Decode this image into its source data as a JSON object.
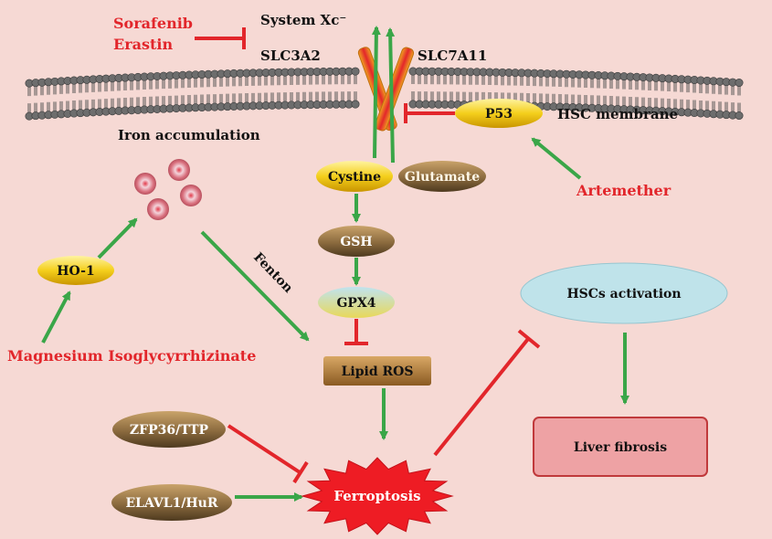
{
  "colors": {
    "background": "#f6d9d4",
    "activation_arrow": "#3aa648",
    "inhibition": "#e2262b",
    "drug_text": "#e2262b",
    "gold_node": "#f1c40f",
    "brown_node": "#8b6a3e",
    "cyan_node": "#bfe3ea",
    "fibrosis_box": "#eea2a4"
  },
  "labels": {
    "drug_sorafenib": "Sorafenib",
    "drug_erastin": "Erastin",
    "system_xc": "System Xc⁻",
    "slc3a2": "SLC3A2",
    "slc7a11": "SLC7A11",
    "hsc_membrane": "HSC membrane",
    "iron_accumulation": "Iron accumulation",
    "fenton": "Fenton",
    "artemether": "Artemether",
    "magnesium": "Magnesium Isoglycyrrhizinate"
  },
  "nodes": {
    "p53": "P53",
    "cystine": "Cystine",
    "glutamate": "Glutamate",
    "gsh": "GSH",
    "gpx4": "GPX4",
    "lipid_ros": "Lipid ROS",
    "ho1": "HO-1",
    "zfp36": "ZFP36/TTP",
    "elavl1": "ELAVL1/HuR",
    "ferroptosis": "Ferroptosis",
    "hsc_activation": "HSCs activation",
    "liver_fibrosis": "Liver fibrosis"
  }
}
